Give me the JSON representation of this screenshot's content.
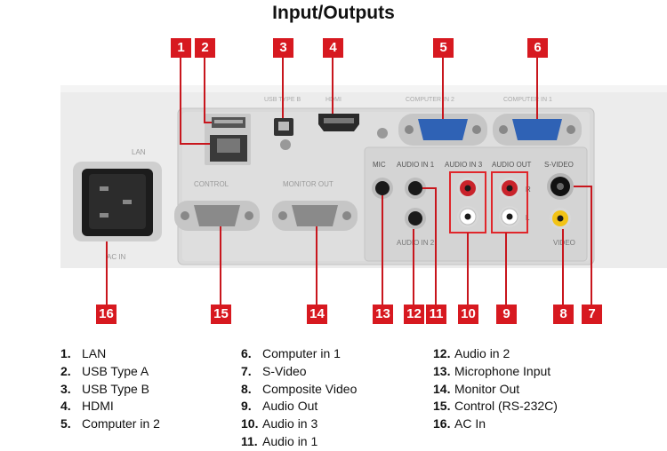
{
  "title": "Input/Outputs",
  "callouts": [
    "1",
    "2",
    "3",
    "4",
    "5",
    "6",
    "7",
    "8",
    "9",
    "10",
    "11",
    "12",
    "13",
    "14",
    "15",
    "16"
  ],
  "panel_labels": {
    "usb_type_b": "USB TYPE B",
    "hdmi": "HDMI",
    "computer_in_2": "COMPUTER IN 2",
    "computer_in_1": "COMPUTER IN 1",
    "lan": "LAN",
    "control": "CONTROL",
    "monitor_out": "MONITOR OUT",
    "mic": "MIC",
    "audio_in_1": "AUDIO IN 1",
    "audio_in_3": "AUDIO IN 3",
    "audio_out": "AUDIO OUT",
    "s_video": "S-VIDEO",
    "video": "VIDEO",
    "audio_in_2": "AUDIO IN 2",
    "ac_in": "AC IN",
    "r": "R",
    "l": "L"
  },
  "legend": [
    [
      {
        "num": "1.",
        "label": "LAN"
      },
      {
        "num": "2.",
        "label": "USB Type A"
      },
      {
        "num": "3.",
        "label": "USB Type B"
      },
      {
        "num": "4.",
        "label": "HDMI"
      },
      {
        "num": "5.",
        "label": "Computer in 2"
      }
    ],
    [
      {
        "num": "6.",
        "label": "Computer in 1"
      },
      {
        "num": "7.",
        "label": "S-Video"
      },
      {
        "num": "8.",
        "label": "Composite Video"
      },
      {
        "num": "9.",
        "label": "Audio Out"
      },
      {
        "num": "10.",
        "label": "Audio in 3"
      },
      {
        "num": "11.",
        "label": "Audio in 1"
      }
    ],
    [
      {
        "num": "12.",
        "label": "Audio in 2"
      },
      {
        "num": "13.",
        "label": "Microphone Input"
      },
      {
        "num": "14.",
        "label": "Monitor Out"
      },
      {
        "num": "15.",
        "label": "Control (RS-232C)"
      },
      {
        "num": "16.",
        "label": "AC In"
      }
    ]
  ],
  "colors": {
    "callout": "#d71920",
    "panel": "#e4e4e4",
    "housing": "#f0f0f0",
    "vga_blue": "#2f62b5"
  }
}
